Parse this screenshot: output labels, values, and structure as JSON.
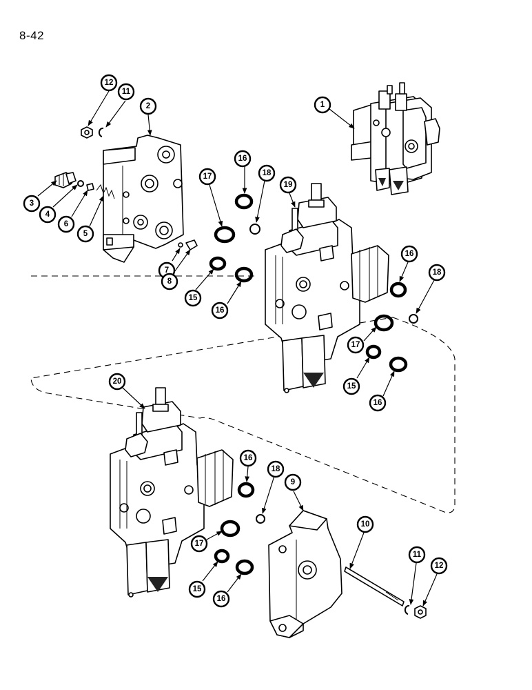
{
  "page": {
    "number": "8-42"
  },
  "callouts": [
    {
      "id": "c1",
      "label": "1"
    },
    {
      "id": "c2",
      "label": "2"
    },
    {
      "id": "c3",
      "label": "3"
    },
    {
      "id": "c4",
      "label": "4"
    },
    {
      "id": "c5",
      "label": "5"
    },
    {
      "id": "c6",
      "label": "6"
    },
    {
      "id": "c7",
      "label": "7"
    },
    {
      "id": "c8",
      "label": "8"
    },
    {
      "id": "c9",
      "label": "9"
    },
    {
      "id": "c10",
      "label": "10"
    },
    {
      "id": "c11a",
      "label": "11"
    },
    {
      "id": "c11b",
      "label": "11"
    },
    {
      "id": "c12a",
      "label": "12"
    },
    {
      "id": "c12b",
      "label": "12"
    },
    {
      "id": "c15a",
      "label": "15"
    },
    {
      "id": "c15b",
      "label": "15"
    },
    {
      "id": "c15c",
      "label": "15"
    },
    {
      "id": "c16a",
      "label": "16"
    },
    {
      "id": "c16b",
      "label": "16"
    },
    {
      "id": "c16c",
      "label": "16"
    },
    {
      "id": "c16d",
      "label": "16"
    },
    {
      "id": "c16e",
      "label": "16"
    },
    {
      "id": "c16f",
      "label": "16"
    },
    {
      "id": "c17a",
      "label": "17"
    },
    {
      "id": "c17b",
      "label": "17"
    },
    {
      "id": "c17c",
      "label": "17"
    },
    {
      "id": "c18a",
      "label": "18"
    },
    {
      "id": "c18b",
      "label": "18"
    },
    {
      "id": "c18c",
      "label": "18"
    },
    {
      "id": "c19",
      "label": "19"
    },
    {
      "id": "c20",
      "label": "20"
    }
  ]
}
